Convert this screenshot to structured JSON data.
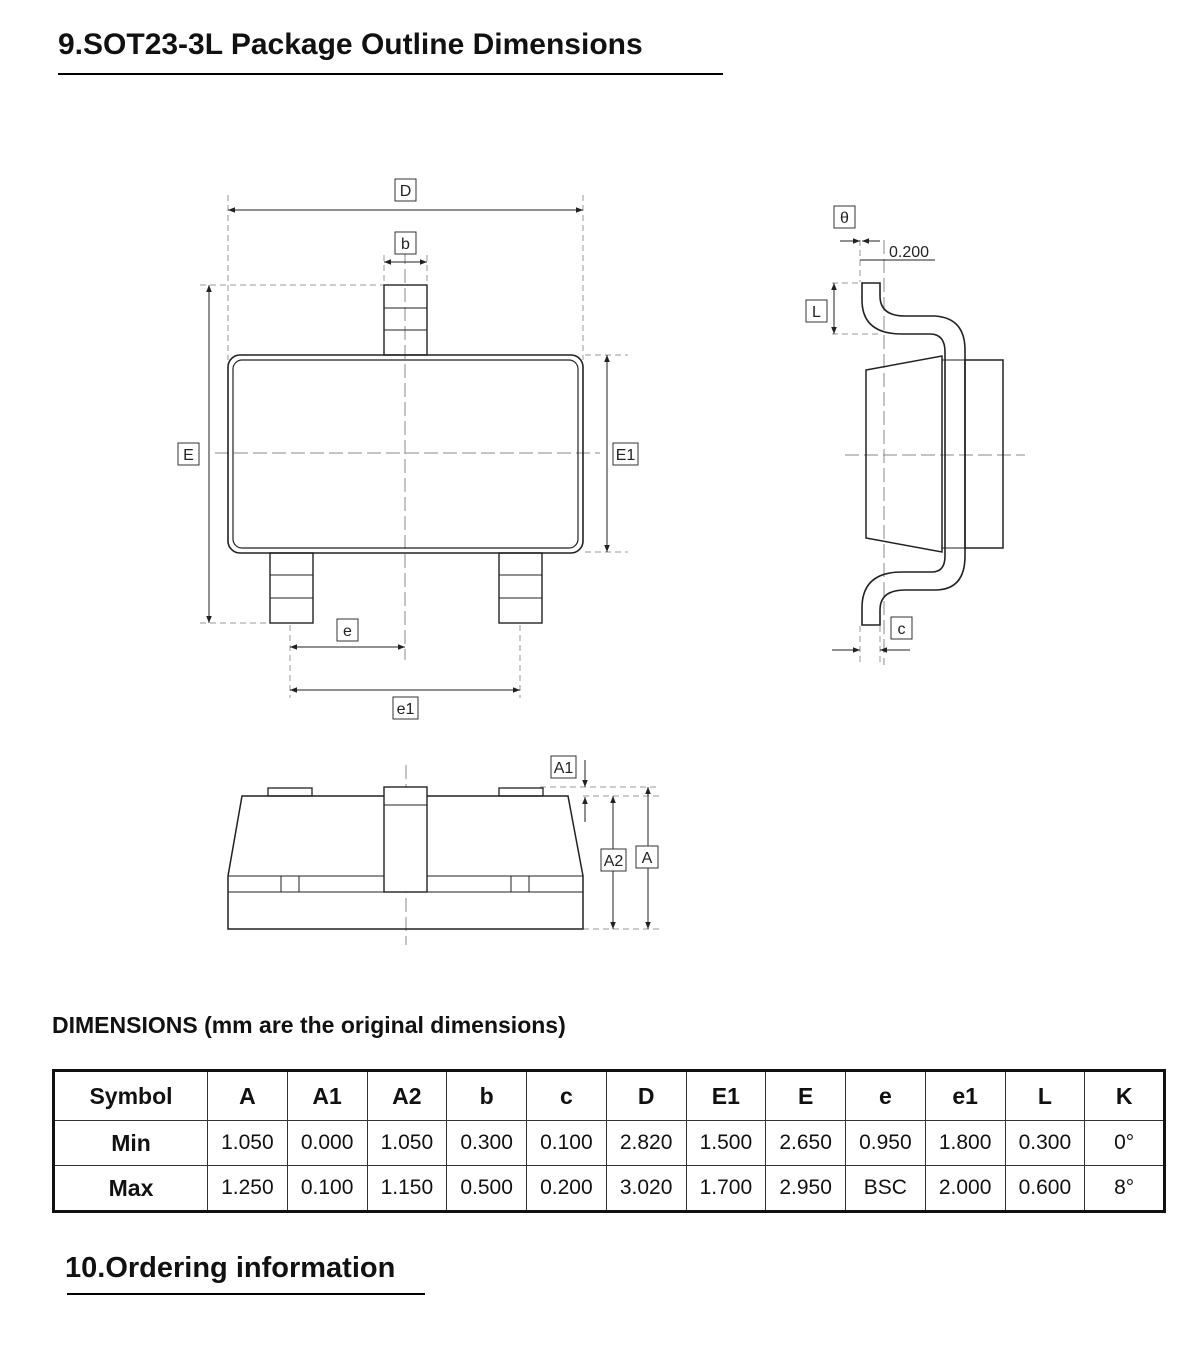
{
  "section_title": "9.SOT23-3L Package Outline Dimensions",
  "drawing": {
    "labels": {
      "D": "D",
      "b": "b",
      "E": "E",
      "E1": "E1",
      "e": "e",
      "e1": "e1",
      "theta": "θ",
      "clearance": "0.200",
      "L": "L",
      "c": "c",
      "A1": "A1",
      "A2": "A2",
      "A": "A"
    }
  },
  "dimensions_title": "DIMENSIONS (mm are the original dimensions)",
  "table": {
    "headers": [
      "Symbol",
      "A",
      "A1",
      "A2",
      "b",
      "c",
      "D",
      "E1",
      "E",
      "e",
      "e1",
      "L",
      "K"
    ],
    "min": {
      "label": "Min",
      "values": [
        "1.050",
        "0.000",
        "1.050",
        "0.300",
        "0.100",
        "2.820",
        "1.500",
        "2.650",
        "0.950",
        "1.800",
        "0.300",
        "0°"
      ]
    },
    "max": {
      "label": "Max",
      "values": [
        "1.250",
        "0.100",
        "1.150",
        "0.500",
        "0.200",
        "3.020",
        "1.700",
        "2.950",
        "BSC",
        "2.000",
        "0.600",
        "8°"
      ]
    }
  },
  "next_section_title": "10.Ordering information"
}
